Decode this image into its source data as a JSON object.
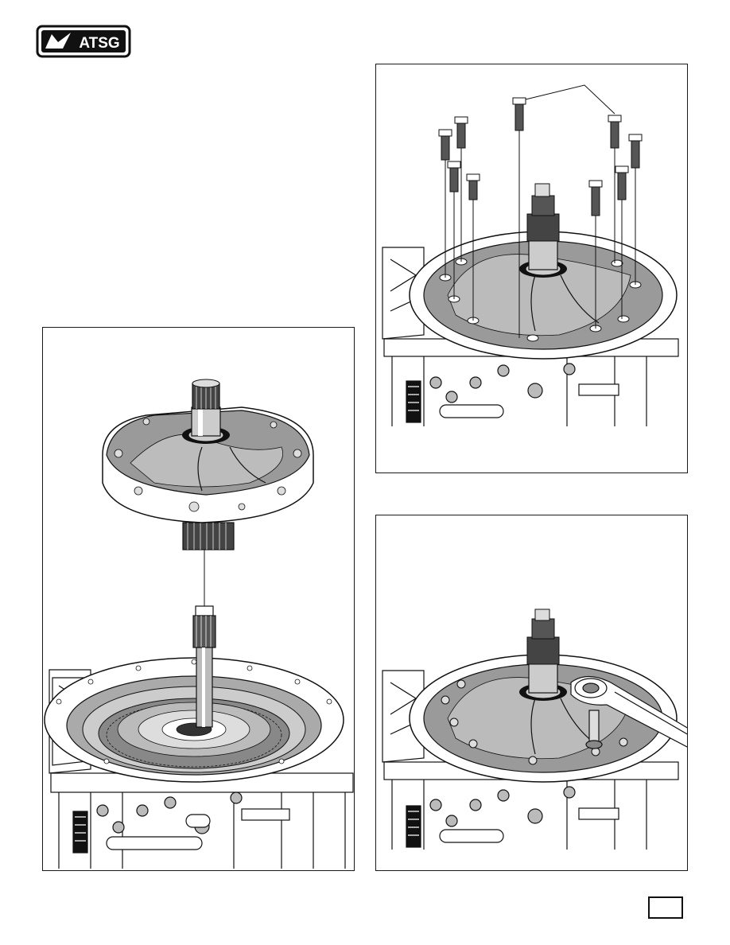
{
  "header": {
    "logo_text": "ATSG"
  },
  "figures": [
    {
      "id": "left"
    },
    {
      "id": "top-right"
    },
    {
      "id": "bottom-right"
    }
  ],
  "footer": {
    "page_number": ""
  },
  "colors": {
    "ink": "#111111",
    "casting": "#9a9a9a",
    "casting_light": "#c8c8c8",
    "casting_dark": "#707070"
  }
}
